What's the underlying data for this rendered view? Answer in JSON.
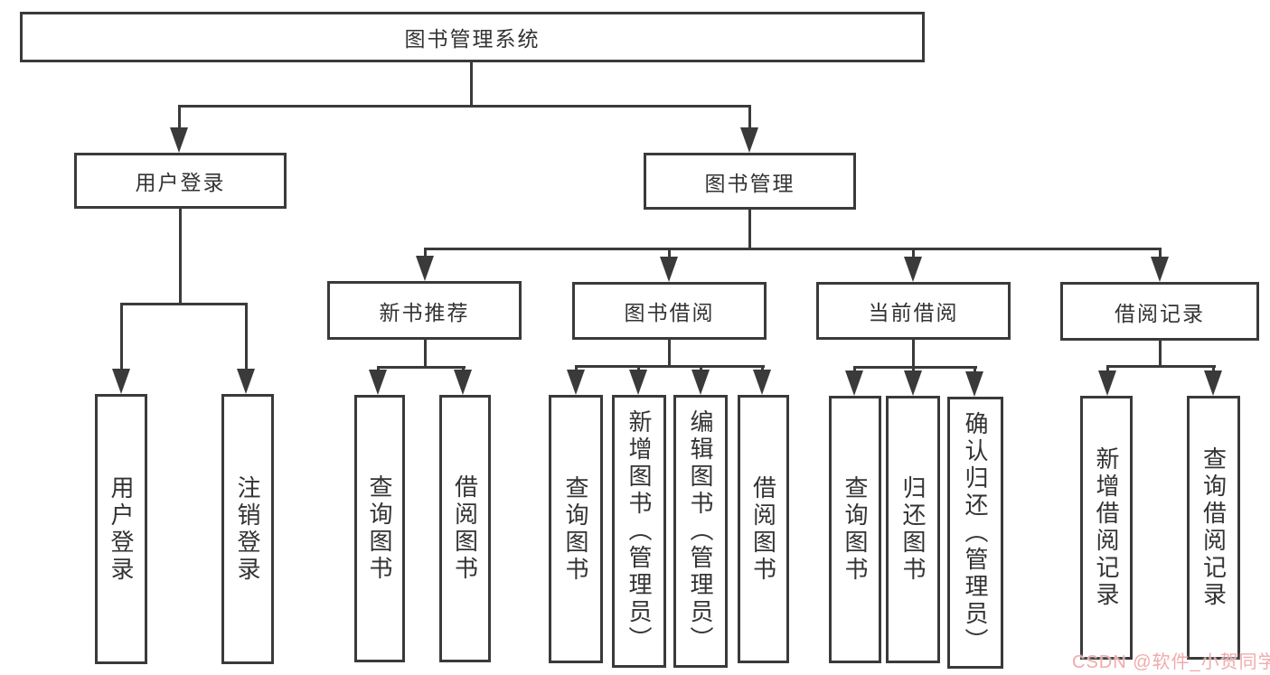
{
  "diagram_title": "图书管理系统",
  "tree": {
    "label": "图书管理系统",
    "children": [
      {
        "label": "用户登录",
        "children": [
          {
            "label": "用户登录"
          },
          {
            "label": "注销登录"
          }
        ]
      },
      {
        "label": "图书管理",
        "children": [
          {
            "label": "新书推荐",
            "children": [
              {
                "label": "查询图书"
              },
              {
                "label": "借阅图书"
              }
            ]
          },
          {
            "label": "图书借阅",
            "children": [
              {
                "label": "查询图书"
              },
              {
                "label": "新增图书（管理员）"
              },
              {
                "label": "编辑图书（管理员）"
              },
              {
                "label": "借阅图书"
              }
            ]
          },
          {
            "label": "当前借阅",
            "children": [
              {
                "label": "查询图书"
              },
              {
                "label": "归还图书"
              },
              {
                "label": "确认归还（管理员）"
              }
            ]
          },
          {
            "label": "借阅记录",
            "children": [
              {
                "label": "新增借阅记录"
              },
              {
                "label": "查询借阅记录"
              }
            ]
          }
        ]
      }
    ]
  },
  "watermark": {
    "text": "CSDN @软件_小贺同学"
  },
  "colors": {
    "line": "#3a3a3a",
    "text": "#333333",
    "background": "#ffffff",
    "watermark": "#f0abab"
  }
}
